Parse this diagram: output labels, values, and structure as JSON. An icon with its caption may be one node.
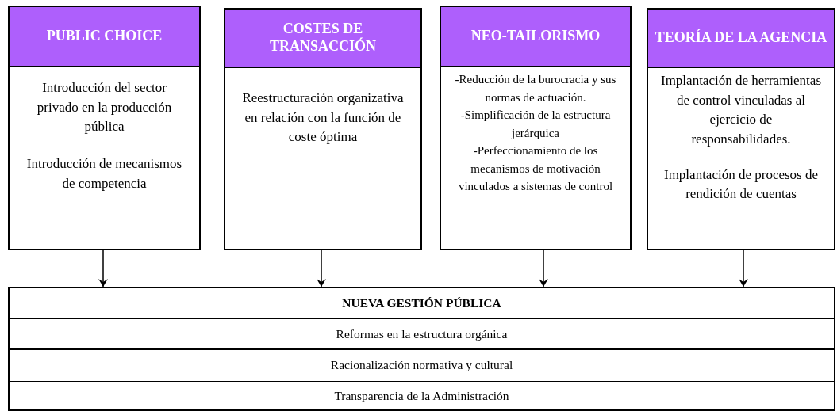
{
  "diagram": {
    "nodes": [
      {
        "text": [
          "PUBLIC CHOICE",
          "Introducción del sector privado en la producción pública",
          "Introducción de mecanismos de competencia"
        ]
      },
      {
        "text": [
          "COSTES DE TRANSACCIÓN",
          "Reestructuración organizativa en relación con la función de coste óptima"
        ]
      },
      {
        "text": [
          "NEO-TAILORISMO",
          "-Reducción de la burocracia y sus normas de actuación.",
          "-Simplificación de la estructura jerárquica",
          "-Perfeccionamiento de los mecanismos de motivación vinculados a sistemas de control"
        ]
      },
      {
        "text": [
          "TEORÍA DE LA AGENCIA",
          "Implantación de herramientas de control vinculadas al ejercicio de responsabilidades.",
          "Implantación de procesos de rendición de cuentas"
        ]
      },
      {
        "text": [
          "NUEVA GESTIÓN PÚBLICA",
          "Reformas en la estructura orgánica",
          "Racionalización normativa y cultural",
          "Transparencia de la Administración"
        ]
      }
    ],
    "edges": [
      {
        "from": 0,
        "to": 4,
        "arrow": "to"
      },
      {
        "from": 1,
        "to": 4,
        "arrow": "to"
      },
      {
        "from": 2,
        "to": 4,
        "arrow": "to"
      },
      {
        "from": 3,
        "to": 4,
        "arrow": "to"
      }
    ]
  }
}
